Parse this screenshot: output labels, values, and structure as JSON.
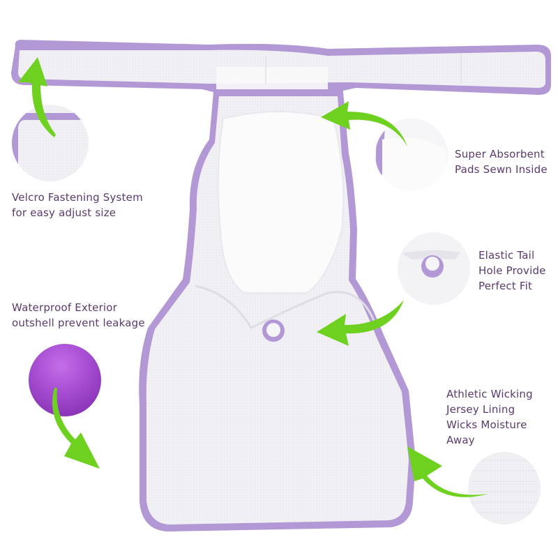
{
  "colors": {
    "trim_purple": "#b398d6",
    "trim_purple_dark": "#9c7cc8",
    "fabric_white": "#f1f0f4",
    "pad_white": "#fbfbfc",
    "arrow_green": "#6fd11f",
    "text_purple": "#5a3a6e",
    "exterior_purple": "#a64fd1"
  },
  "callouts": [
    {
      "id": "velcro",
      "lines": [
        "Velcro Fastening System",
        "for easy adjust size"
      ]
    },
    {
      "id": "pads",
      "lines": [
        "Super Absorbent",
        "Pads Sewn Inside"
      ]
    },
    {
      "id": "tail",
      "lines": [
        "Elastic Tail",
        "Hole Provide",
        "Perfect Fit"
      ]
    },
    {
      "id": "waterproof",
      "lines": [
        "Waterproof Exterior",
        "outshell prevent leakage"
      ]
    },
    {
      "id": "wicking",
      "lines": [
        "Athletic Wicking",
        "Jersey Lining",
        "Wicks Moisture",
        "Away"
      ]
    }
  ],
  "detail_circles": [
    {
      "id": "velcro-detail",
      "depicts": "velcro strap close-up"
    },
    {
      "id": "pads-detail",
      "depicts": "absorbent pad close-up"
    },
    {
      "id": "tail-detail",
      "depicts": "elastic tail hole close-up"
    },
    {
      "id": "waterproof-detail",
      "depicts": "purple waterproof exterior fabric"
    },
    {
      "id": "wicking-detail",
      "depicts": "white jersey mesh lining"
    }
  ]
}
